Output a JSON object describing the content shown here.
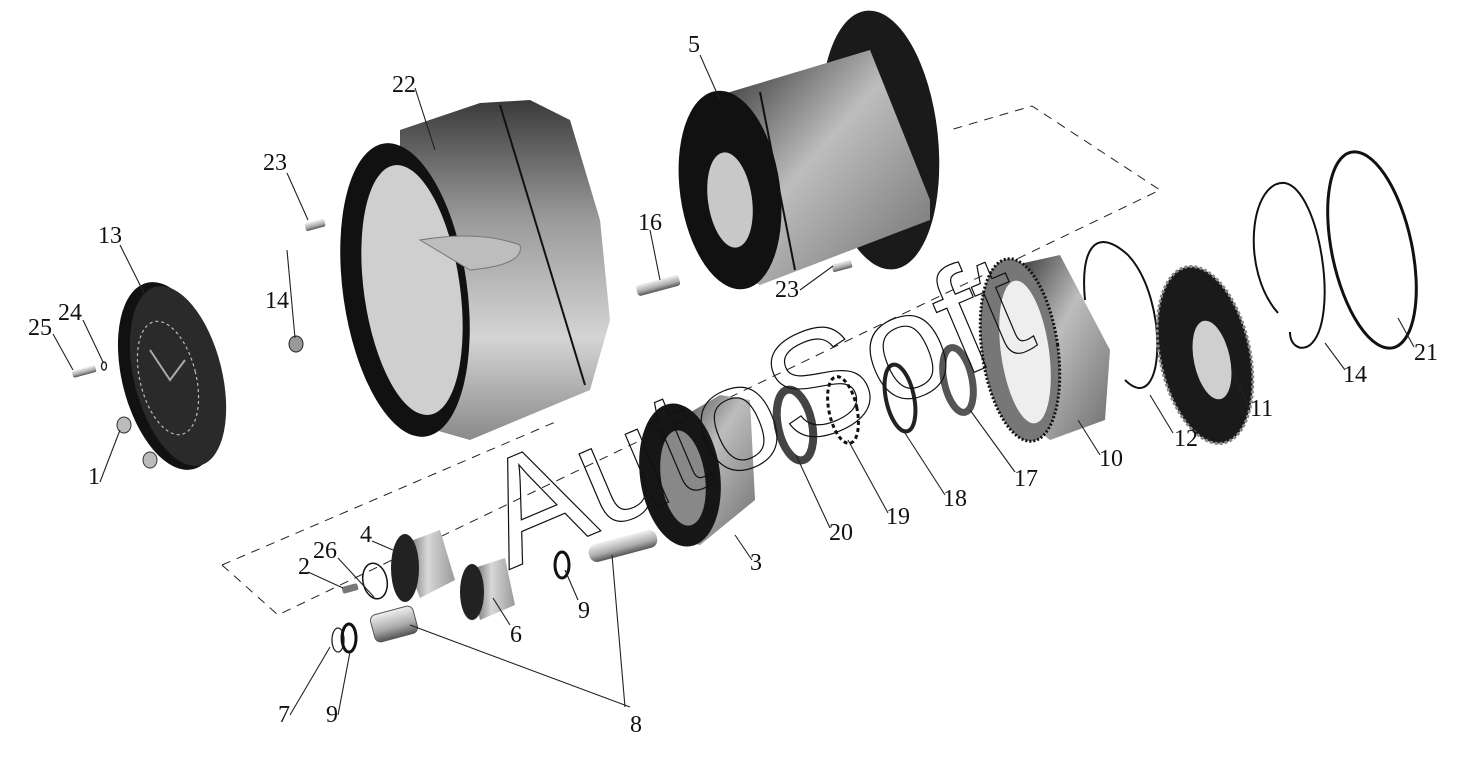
{
  "diagram": {
    "type": "exploded-parts-view",
    "watermark": "AutoSoft",
    "colors": {
      "ink": "#111111",
      "dark_metal": "#1a1a1a",
      "mid_metal": "#7a7a7a",
      "light_metal": "#d0d0d0",
      "background": "#ffffff"
    },
    "labels": [
      {
        "id": "l1",
        "text": "1"
      },
      {
        "id": "l2",
        "text": "2"
      },
      {
        "id": "l3",
        "text": "3"
      },
      {
        "id": "l4",
        "text": "4"
      },
      {
        "id": "l5",
        "text": "5"
      },
      {
        "id": "l6",
        "text": "6"
      },
      {
        "id": "l7",
        "text": "7"
      },
      {
        "id": "l8",
        "text": "8"
      },
      {
        "id": "l9a",
        "text": "9"
      },
      {
        "id": "l9b",
        "text": "9"
      },
      {
        "id": "l10",
        "text": "10"
      },
      {
        "id": "l11",
        "text": "11"
      },
      {
        "id": "l12",
        "text": "12"
      },
      {
        "id": "l13",
        "text": "13"
      },
      {
        "id": "l14a",
        "text": "14"
      },
      {
        "id": "l14b",
        "text": "14"
      },
      {
        "id": "l16",
        "text": "16"
      },
      {
        "id": "l17",
        "text": "17"
      },
      {
        "id": "l18",
        "text": "18"
      },
      {
        "id": "l19",
        "text": "19"
      },
      {
        "id": "l20",
        "text": "20"
      },
      {
        "id": "l21",
        "text": "21"
      },
      {
        "id": "l22",
        "text": "22"
      },
      {
        "id": "l23a",
        "text": "23"
      },
      {
        "id": "l23b",
        "text": "23"
      },
      {
        "id": "l24",
        "text": "24"
      },
      {
        "id": "l25",
        "text": "25"
      },
      {
        "id": "l26",
        "text": "26"
      }
    ]
  }
}
